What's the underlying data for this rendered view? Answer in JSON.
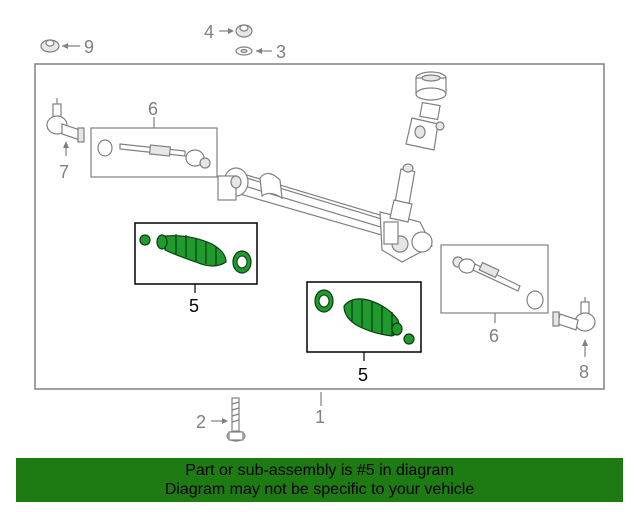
{
  "callouts": {
    "c1": "1",
    "c2": "2",
    "c3": "3",
    "c4": "4",
    "c5a": "5",
    "c5b": "5",
    "c6a": "6",
    "c6b": "6",
    "c7": "7",
    "c8": "8",
    "c9": "9"
  },
  "banner": {
    "line1": "Part or sub-assembly is #5 in diagram",
    "line2": "Diagram may not be specific to your vehicle"
  },
  "colors": {
    "highlight_part": "#1f9a2e",
    "banner_bg": "#1e7a12",
    "line_gray": "#808080"
  },
  "icons": [
    "nut-icon",
    "washer-icon",
    "bolt-icon",
    "boot-icon",
    "clamp-icon",
    "tie-rod-end-icon",
    "inner-tie-rod-icon",
    "steering-rack-icon"
  ]
}
